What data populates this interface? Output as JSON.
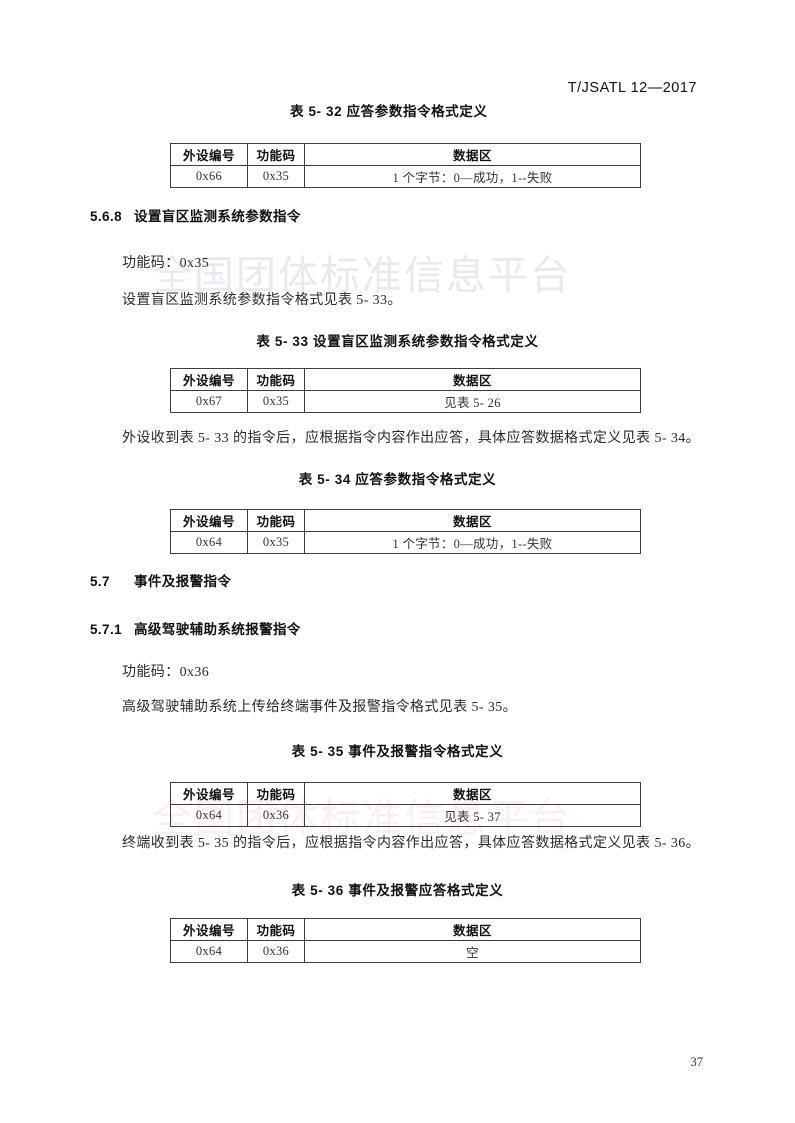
{
  "document": {
    "header_code": "T/JSATL 12—2017",
    "page_number": "37",
    "watermark_text": "全国团体标准信息平台"
  },
  "table_columns": {
    "device_id": "外设编号",
    "function_code": "功能码",
    "data_area": "数据区"
  },
  "blocks": {
    "table_5_32": {
      "caption": "表 5- 32 应答参数指令格式定义",
      "row": {
        "device_id": "0x66",
        "function_code": "0x35",
        "data_area": "1 个字节：0—成功，1--失败"
      }
    },
    "section_5_6_8": {
      "number": "5.6.8",
      "title": "设置盲区监测系统参数指令",
      "func_code_line": "功能码：0x35",
      "format_line": "设置盲区监测系统参数指令格式见表 5- 33。"
    },
    "table_5_33": {
      "caption": "表 5- 33 设置盲区监测系统参数指令格式定义",
      "row": {
        "device_id": "0x67",
        "function_code": "0x35",
        "data_area": "见表 5- 26"
      },
      "after_note": "外设收到表 5- 33 的指令后，应根据指令内容作出应答，具体应答数据格式定义见表 5- 34。"
    },
    "table_5_34": {
      "caption": "表 5- 34 应答参数指令格式定义",
      "row": {
        "device_id": "0x64",
        "function_code": "0x35",
        "data_area": "1 个字节：0—成功，1--失败"
      }
    },
    "section_5_7": {
      "number": "5.7",
      "title": "事件及报警指令"
    },
    "section_5_7_1": {
      "number": "5.7.1",
      "title": "高级驾驶辅助系统报警指令",
      "func_code_line": "功能码：0x36",
      "format_line": "高级驾驶辅助系统上传给终端事件及报警指令格式见表 5- 35。"
    },
    "table_5_35": {
      "caption": "表 5- 35 事件及报警指令格式定义",
      "row": {
        "device_id": "0x64",
        "function_code": "0x36",
        "data_area": "见表 5- 37"
      },
      "after_note": "终端收到表 5- 35 的指令后，应根据指令内容作出应答，具体应答数据格式定义见表 5- 36。"
    },
    "table_5_36": {
      "caption": "表 5- 36 事件及报警应答格式定义",
      "row": {
        "device_id": "0x64",
        "function_code": "0x36",
        "data_area": "空"
      }
    }
  }
}
